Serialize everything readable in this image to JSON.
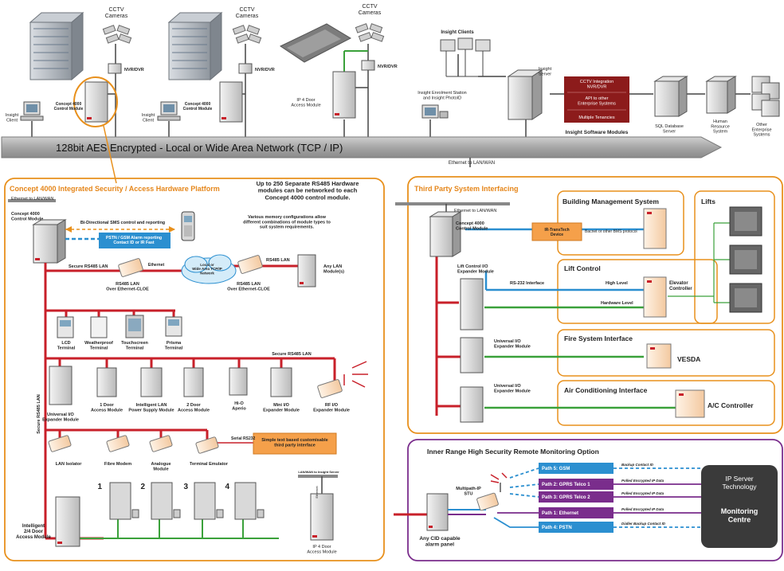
{
  "colors": {
    "orange": "#e8901c",
    "orange_title": "#e5861a",
    "purple": "#7a2d8c",
    "red_line": "#c8202a",
    "blue_line": "#2b8fd0",
    "green_line": "#3aa13a",
    "network_bar": "#9a9a9a",
    "dark_red_box": "#8c1b1b",
    "dark_box": "#3a3a3a",
    "callout_orange": "#f5a04a"
  },
  "top": {
    "cctv_1": "CCTV\nCameras",
    "cctv_2": "CCTV\nCameras",
    "cctv_3": "CCTV\nCameras",
    "nvr_1": "NVR/DVR",
    "nvr_2": "NVR/DVR",
    "nvr_3": "NVR/DVR",
    "insight_client_1": "Insight\nClient",
    "insight_client_2": "Insight\nClient",
    "concept_1": "Concept 4000\nControl Module",
    "concept_2": "Concept 4000\nControl Module",
    "ip4door": "IP 4 Door\nAccess Module",
    "insight_clients": "Insight Clients",
    "enrolment": "Insight Enrolment Station\nand Insight PhotoID",
    "insight_server": "Insight\nServer",
    "modules": [
      "CCTV Integration\nNVR/DVR",
      "API to other\nEnterprise Systems",
      "Multiple Tenancies"
    ],
    "software_modules": "Insight Software Modules",
    "sql": "SQL Database\nServer",
    "hr": "Human\nResource\nSystem",
    "other": "Other\nEnterprise\nSystems",
    "network_bar": "128bit AES Encrypted - Local or Wide Area Network (TCP / IP)",
    "ethernet": "Ethernet to LAN/WAN"
  },
  "concept": {
    "title": "Concept 4000 Integrated Security / Access Hardware Platform",
    "ethernet": "Ethernet to LAN/WAN",
    "control_module": "Concept 4000\nControl Module",
    "heading": "Up to 250 Separate RS485 Hardware\nmodules can be networked to each\nConcept 4000 control module.",
    "subheading": "Various memory configurations allow\ndifferent combinations of module types to\nsuit system requirements.",
    "sms": "Bi-Directional SMS control and reporting",
    "pstn": "PSTN / GSM Alarm reporting\nContact ID or IR Fast",
    "secure_lan_1": "Secure RS485 LAN",
    "ethernet_small": "Ethernet",
    "cloud": "Local or\nWide Area TCP/IP\nNetwork",
    "rs485_lan": "RS485 LAN",
    "any_lan": "Any LAN\nModule(s)",
    "cloe_1": "RS485 LAN\nOver Ethernet-CLOE",
    "cloe_2": "RS485 LAN\nOver Ethernet-CLOE",
    "terminals": [
      "LCD\nTerminal",
      "Weatherproof\nTerminal",
      "Touchscreen\nTerminal",
      "Prisma\nTerminal"
    ],
    "secure_lan_2": "Secure RS485 LAN",
    "vertical_lan": "Secure RS485 LAN",
    "modules": [
      "Universal I/O\nExpander Module",
      "1 Door\nAccess Module",
      "Intelligent LAN\nPower Supply Module",
      "2 Door\nAccess Module",
      "Hi-O\nAperio",
      "Mini I/O\nExpander Module",
      "RF I/O\nExpander Module"
    ],
    "bottom_modules": [
      "LAN Isolator",
      "Fibre Modem",
      "Analogue\nModule",
      "Terminal  Emulator"
    ],
    "serial": "Serial RS232",
    "callout": "Simple text based customisable\nthird party interface",
    "door_numbers": [
      "1",
      "2",
      "3",
      "4"
    ],
    "intelligent": "Intelligent\n2/4 Door\nAccess Module",
    "lan_to_insight": "LAN/WAN to Insight Server",
    "ethernet_vert": "Ethernet",
    "ip4door": "IP 4 Door\nAccess Module"
  },
  "third": {
    "title": "Third Party System Interfacing",
    "ethernet": "Ethernet to LAN/WAN",
    "control_module": "Concept 4000\nControl Module",
    "bms_title": "Building Management System",
    "ir_device": "IR-TransTech\nDevice",
    "bacnet": "Bacnet or other BMS protocol",
    "lifts": "Lifts",
    "lift_control_title": "Lift Control",
    "lift_expander": "Lift Control I/O\nExpander Module",
    "rs232": "RS-232 Interface",
    "high_level": "High Level",
    "hardware_level": "Hardware Level",
    "elevator": "Elevator\nController",
    "uio_1": "Universal I/O\nExpander Module",
    "fire_title": "Fire System Interface",
    "vesda": "VESDA",
    "uio_2": "Universal I/O\nExpander Module",
    "ac_title": "Air Conditioning Interface",
    "ac_controller": "A/C Controller"
  },
  "monitor": {
    "title": "Inner Range High Security Remote Monitoring Option",
    "alarm_panel": "Any CID capable\nalarm panel",
    "stu": "Multipath-IP\nSTU",
    "paths": [
      "Path 5: GSM",
      "Path 2: GPRS Telco 1",
      "Path 3: GPRS Telco 2",
      "Path 1: Ethernet",
      "Path 4: PSTN"
    ],
    "notes": [
      "Backup Contact ID",
      "Polled Encrypted IP Data",
      "Polled Encrypted IP Data",
      "Polled Encrypted IP Data",
      "Dialler Backup Contact ID"
    ],
    "server": "IP Server\nTechnology",
    "centre": "Monitoring\nCentre"
  }
}
